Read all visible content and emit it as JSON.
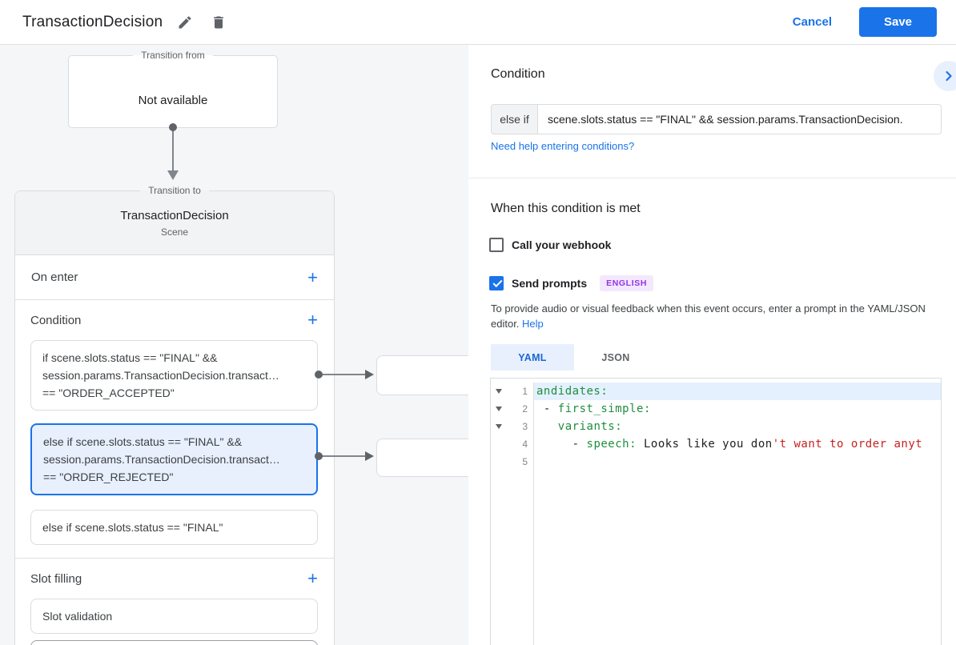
{
  "colors": {
    "accent_blue": "#1a73e8",
    "tab_selected_blue": "#1967d2",
    "selected_card_bg": "#e8f0fe",
    "selected_card_border": "#1a73e8",
    "badge_text_purple": "#9334e6",
    "badge_bg_purple": "#f3e8fd",
    "code_key_green": "#1e8e3e",
    "code_string_red": "#c5221f",
    "canvas_bg": "#f5f6f8"
  },
  "icons": {
    "add_glyph": "+"
  },
  "header": {
    "title": "TransactionDecision",
    "cancel_label": "Cancel",
    "save_label": "Save"
  },
  "canvas": {
    "transition_from": {
      "legend": "Transition from",
      "value": "Not available"
    },
    "scene": {
      "legend": "Transition to",
      "title": "TransactionDecision",
      "subtitle": "Scene",
      "on_enter": {
        "label": "On enter"
      },
      "condition": {
        "label": "Condition",
        "cards": [
          {
            "lines": [
              "if scene.slots.status == \"FINAL\" &&",
              "session.params.TransactionDecision.transact…",
              "== \"ORDER_ACCEPTED\""
            ],
            "selected": false
          },
          {
            "lines": [
              "else if scene.slots.status == \"FINAL\" &&",
              "session.params.TransactionDecision.transact…",
              "== \"ORDER_REJECTED\""
            ],
            "selected": true
          },
          {
            "lines": [
              "else if scene.slots.status == \"FINAL\""
            ],
            "selected": false
          }
        ]
      },
      "slot_filling": {
        "label": "Slot filling",
        "cards": [
          {
            "label": "Slot validation"
          }
        ]
      }
    }
  },
  "panel": {
    "title": "Condition",
    "condition_row": {
      "prefix": "else if",
      "value": "scene.slots.status == \"FINAL\" && session.params.TransactionDecision."
    },
    "help_link": "Need help entering conditions?",
    "section_title": "When this condition is met",
    "webhook_label": "Call your webhook",
    "webhook_checked": false,
    "prompts_label": "Send prompts",
    "prompts_checked": true,
    "language_badge": "ENGLISH",
    "description_line1": "To provide audio or visual feedback when this event occurs, enter a prompt in the YAML/JSON",
    "description_line2": "editor.",
    "description_link": "Help",
    "tabs": [
      {
        "label": "YAML",
        "selected": true
      },
      {
        "label": "JSON",
        "selected": false
      }
    ],
    "editor": {
      "lines": [
        {
          "number": 1,
          "segments": [
            {
              "text": "andidates:",
              "type": "key"
            }
          ]
        },
        {
          "number": 2,
          "segments": [
            {
              "text": " - ",
              "type": "plain"
            },
            {
              "text": "first_simple:",
              "type": "key"
            }
          ]
        },
        {
          "number": 3,
          "segments": [
            {
              "text": "   ",
              "type": "plain"
            },
            {
              "text": "variants:",
              "type": "key"
            }
          ]
        },
        {
          "number": 4,
          "segments": [
            {
              "text": "     - ",
              "type": "plain"
            },
            {
              "text": "speech:",
              "type": "key"
            },
            {
              "text": " Looks like you don",
              "type": "plain"
            },
            {
              "text": "'t want to order anyt",
              "type": "string"
            }
          ]
        },
        {
          "number": 5,
          "segments": []
        }
      ]
    }
  }
}
